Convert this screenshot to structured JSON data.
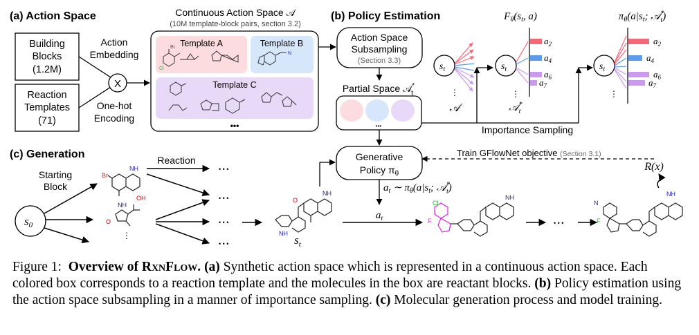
{
  "panel_a": {
    "title": "(a) Action Space",
    "building_blocks": [
      "Building",
      "Blocks",
      "(1.2M)"
    ],
    "reaction_templates": [
      "Reaction",
      "Templates",
      "(71)"
    ],
    "action_embedding": [
      "Action",
      "Embedding"
    ],
    "onehot_encoding": [
      "One-hot",
      "Encoding"
    ],
    "combine_symbol": "X",
    "continuous_title": "Continuous Action Space 𝒜",
    "continuous_subtitle": "(10M template-block pairs, section 3.2)",
    "template_a": "Template A",
    "template_b": "Template B",
    "template_c": "Template C",
    "ellipsis": "•••",
    "colors": {
      "template_a": "#fcdcdf",
      "template_b": "#d6e6fb",
      "template_c": "#e8d9f8"
    }
  },
  "panel_b": {
    "title": "(b) Policy Estimation",
    "subsampling": [
      "Action Space",
      "Subsampling"
    ],
    "subsampling_ref": "(Section 3.3)",
    "partial_space": "Partial Space 𝒜",
    "partial_space_sup": "*",
    "partial_space_sub": "t",
    "state": "s",
    "state_sub": "t",
    "action_set": "𝒜",
    "f_label": "F",
    "f_label_rest": "(s",
    "f_label_end": ", a)",
    "pi_label": "π",
    "pi_label_rest": "(a|s",
    "pi_label_mid": "; 𝒜",
    "pi_label_end": ")",
    "actions": [
      "a",
      "a",
      "a",
      "a"
    ],
    "action_subs": [
      "2",
      "4",
      "6",
      "7"
    ],
    "importance_sampling": "Importance Sampling",
    "colors": {
      "red": "#f4687a",
      "blue": "#5b9bf0",
      "purple": "#c99af0"
    }
  },
  "panel_c": {
    "title": "(c) Generation",
    "starting_block": [
      "Starting",
      "Block"
    ],
    "start_state": "s",
    "start_state_sub": "0",
    "reaction": "Reaction",
    "dots": "• • •",
    "generative_policy": [
      "Generative",
      "Policy π"
    ],
    "policy_sub": "θ",
    "sample_action": "a",
    "sample_action_rest": " ∼ π",
    "sample_action_tail": "(a|s",
    "sample_action_end": "; 𝒜",
    "apply_action": "a",
    "state_label": "s",
    "train_objective": "Train GFlowNet objective",
    "train_ref": "(Section 3.1)",
    "reward": "R(x)",
    "colors": {
      "highlight": "#e020e0"
    }
  },
  "caption": {
    "prefix": "Figure 1:",
    "title_bold": "Overview of ",
    "name": "RxnFlow.",
    "part_a_label": "(a)",
    "part_a_text": " Synthetic action space which is represented in a continuous action space. Each colored box corresponds to a reaction template and the molecules in the box are reactant blocks. ",
    "part_b_label": "(b)",
    "part_b_text": " Policy estimation using the action space subsampling in a manner of importance sampling. ",
    "part_c_label": "(c)",
    "part_c_text": " Molecular generation process and model training."
  }
}
